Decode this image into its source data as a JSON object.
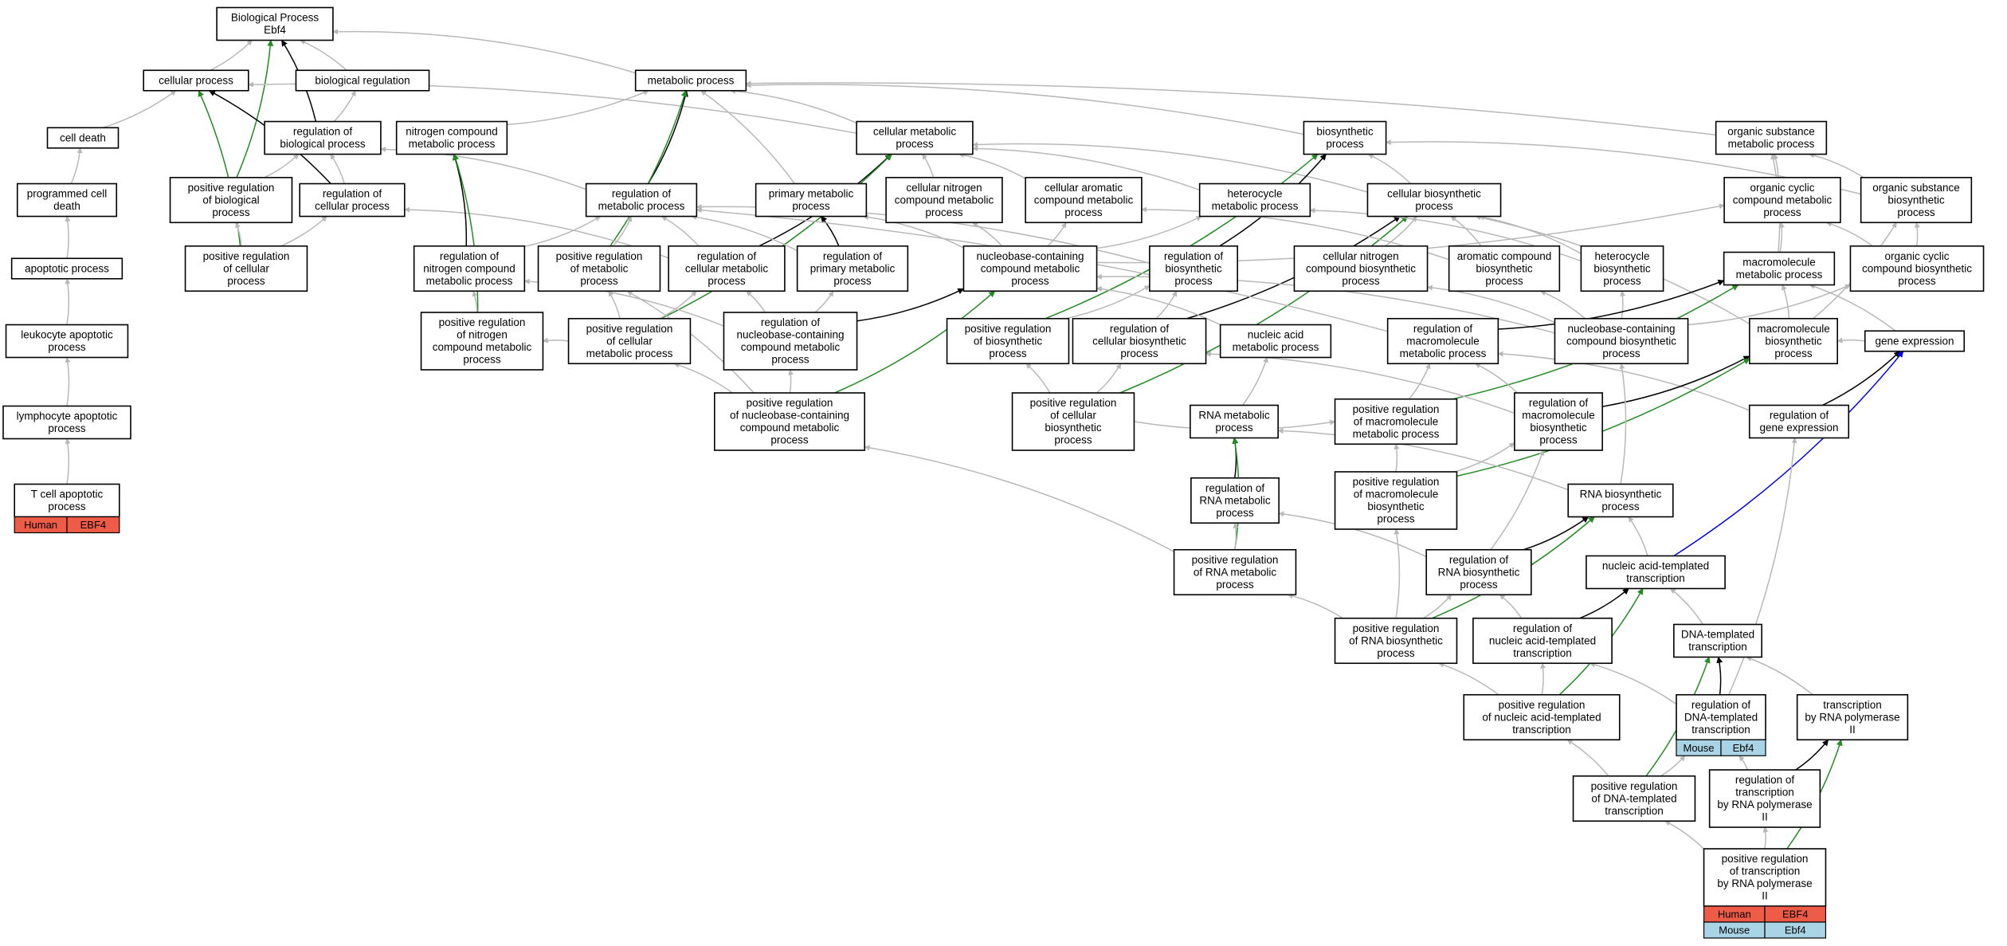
{
  "colors": {
    "edge_default": "#b8b8b8",
    "edge_is_a": "#000000",
    "edge_positive": "#228b22",
    "edge_blue": "#0000ee",
    "human_tag": "#ee5b46",
    "mouse_tag": "#a9d4e6"
  },
  "nodes": [
    {
      "id": "bp",
      "lines": [
        "Biological Process",
        "Ebf4"
      ]
    },
    {
      "id": "cp",
      "lines": [
        "cellular process"
      ]
    },
    {
      "id": "breg",
      "lines": [
        "biological regulation"
      ]
    },
    {
      "id": "mp",
      "lines": [
        "metabolic process"
      ]
    },
    {
      "id": "cd",
      "lines": [
        "cell death"
      ]
    },
    {
      "id": "rbp",
      "lines": [
        "regulation of",
        "biological process"
      ]
    },
    {
      "id": "ncmp",
      "lines": [
        "nitrogen compound",
        "metabolic process"
      ]
    },
    {
      "id": "cmp",
      "lines": [
        "cellular metabolic",
        "process"
      ]
    },
    {
      "id": "bsp",
      "lines": [
        "biosynthetic",
        "process"
      ]
    },
    {
      "id": "osmp",
      "lines": [
        "organic substance",
        "metabolic process"
      ]
    },
    {
      "id": "pcd",
      "lines": [
        "programmed cell",
        "death"
      ]
    },
    {
      "id": "prbp",
      "lines": [
        "positive regulation",
        "of biological",
        "process"
      ]
    },
    {
      "id": "rcp",
      "lines": [
        "regulation of",
        "cellular process"
      ]
    },
    {
      "id": "rmp",
      "lines": [
        "regulation of",
        "metabolic process"
      ]
    },
    {
      "id": "pmp",
      "lines": [
        "primary metabolic",
        "process"
      ]
    },
    {
      "id": "cncmp",
      "lines": [
        "cellular nitrogen",
        "compound metabolic",
        "process"
      ]
    },
    {
      "id": "cacmp",
      "lines": [
        "cellular aromatic",
        "compound metabolic",
        "process"
      ]
    },
    {
      "id": "hmp",
      "lines": [
        "heterocycle",
        "metabolic process"
      ]
    },
    {
      "id": "cbp",
      "lines": [
        "cellular biosynthetic",
        "process"
      ]
    },
    {
      "id": "occmp",
      "lines": [
        "organic cyclic",
        "compound metabolic",
        "process"
      ]
    },
    {
      "id": "osbp",
      "lines": [
        "organic substance",
        "biosynthetic",
        "process"
      ]
    },
    {
      "id": "ap",
      "lines": [
        "apoptotic process"
      ]
    },
    {
      "id": "prcp",
      "lines": [
        "positive regulation",
        "of cellular",
        "process"
      ]
    },
    {
      "id": "rncmp",
      "lines": [
        "regulation of",
        "nitrogen compound",
        "metabolic process"
      ]
    },
    {
      "id": "prmp",
      "lines": [
        "positive regulation",
        "of metabolic",
        "process"
      ]
    },
    {
      "id": "rcmp",
      "lines": [
        "regulation of",
        "cellular metabolic",
        "process"
      ]
    },
    {
      "id": "rpmp",
      "lines": [
        "regulation of",
        "primary metabolic",
        "process"
      ]
    },
    {
      "id": "nbcmp",
      "lines": [
        "nucleobase-containing",
        "compound metabolic",
        "process"
      ]
    },
    {
      "id": "rbsp",
      "lines": [
        "regulation of",
        "biosynthetic",
        "process"
      ]
    },
    {
      "id": "cncbp",
      "lines": [
        "cellular nitrogen",
        "compound biosynthetic",
        "process"
      ]
    },
    {
      "id": "acbp",
      "lines": [
        "aromatic compound",
        "biosynthetic",
        "process"
      ]
    },
    {
      "id": "hbp",
      "lines": [
        "heterocycle",
        "biosynthetic",
        "process"
      ]
    },
    {
      "id": "mmp",
      "lines": [
        "macromolecule",
        "metabolic process"
      ]
    },
    {
      "id": "occbp",
      "lines": [
        "organic cyclic",
        "compound biosynthetic",
        "process"
      ]
    },
    {
      "id": "lap",
      "lines": [
        "leukocyte apoptotic",
        "process"
      ]
    },
    {
      "id": "prncmp",
      "lines": [
        "positive regulation",
        "of nitrogen",
        "compound metabolic",
        "process"
      ]
    },
    {
      "id": "prcmp",
      "lines": [
        "positive regulation",
        "of cellular",
        "metabolic process"
      ]
    },
    {
      "id": "rnbcmp",
      "lines": [
        "regulation of",
        "nucleobase-containing",
        "compound metabolic",
        "process"
      ]
    },
    {
      "id": "prbsp",
      "lines": [
        "positive regulation",
        "of biosynthetic",
        "process"
      ]
    },
    {
      "id": "rcbp",
      "lines": [
        "regulation of",
        "cellular biosynthetic",
        "process"
      ]
    },
    {
      "id": "namp",
      "lines": [
        "nucleic acid",
        "metabolic process"
      ]
    },
    {
      "id": "rmmp",
      "lines": [
        "regulation of",
        "macromolecule",
        "metabolic process"
      ]
    },
    {
      "id": "nbcbp",
      "lines": [
        "nucleobase-containing",
        "compound biosynthetic",
        "process"
      ]
    },
    {
      "id": "mbp",
      "lines": [
        "macromolecule",
        "biosynthetic",
        "process"
      ]
    },
    {
      "id": "ge",
      "lines": [
        "gene expression"
      ]
    },
    {
      "id": "lyap",
      "lines": [
        "lymphocyte apoptotic",
        "process"
      ]
    },
    {
      "id": "prnbcmp",
      "lines": [
        "positive regulation",
        "of nucleobase-containing",
        "compound metabolic",
        "process"
      ]
    },
    {
      "id": "prcbp",
      "lines": [
        "positive regulation",
        "of cellular",
        "biosynthetic",
        "process"
      ]
    },
    {
      "id": "rnamp",
      "lines": [
        "RNA metabolic",
        "process"
      ]
    },
    {
      "id": "prmmp",
      "lines": [
        "positive regulation",
        "of macromolecule",
        "metabolic process"
      ]
    },
    {
      "id": "rmbp",
      "lines": [
        "regulation of",
        "macromolecule",
        "biosynthetic",
        "process"
      ]
    },
    {
      "id": "rge",
      "lines": [
        "regulation of",
        "gene expression"
      ]
    },
    {
      "id": "tcap",
      "lines": [
        "T cell apoptotic",
        "process"
      ],
      "tags": [
        [
          "Human",
          "EBF4"
        ]
      ]
    },
    {
      "id": "rrnamp",
      "lines": [
        "regulation of",
        "RNA metabolic",
        "process"
      ]
    },
    {
      "id": "prmbp",
      "lines": [
        "positive regulation",
        "of macromolecule",
        "biosynthetic",
        "process"
      ]
    },
    {
      "id": "rnabp",
      "lines": [
        "RNA biosynthetic",
        "process"
      ]
    },
    {
      "id": "prrnamp",
      "lines": [
        "positive regulation",
        "of RNA metabolic",
        "process"
      ]
    },
    {
      "id": "rrnabp",
      "lines": [
        "regulation of",
        "RNA biosynthetic",
        "process"
      ]
    },
    {
      "id": "natt",
      "lines": [
        "nucleic acid-templated",
        "transcription"
      ]
    },
    {
      "id": "prrnabp",
      "lines": [
        "positive regulation",
        "of RNA biosynthetic",
        "process"
      ]
    },
    {
      "id": "rnatt",
      "lines": [
        "regulation of",
        "nucleic acid-templated",
        "transcription"
      ]
    },
    {
      "id": "dtt",
      "lines": [
        "DNA-templated",
        "transcription"
      ]
    },
    {
      "id": "prnatt",
      "lines": [
        "positive regulation",
        "of nucleic acid-templated",
        "transcription"
      ]
    },
    {
      "id": "rdtt",
      "lines": [
        "regulation of",
        "DNA-templated",
        "transcription"
      ],
      "tags": [
        [
          "Mouse",
          "Ebf4"
        ]
      ]
    },
    {
      "id": "trp2",
      "lines": [
        "transcription",
        "by RNA polymerase",
        "II"
      ]
    },
    {
      "id": "prdtt",
      "lines": [
        "positive regulation",
        "of DNA-templated",
        "transcription"
      ]
    },
    {
      "id": "rtrp2",
      "lines": [
        "regulation of",
        "transcription",
        "by RNA polymerase",
        "II"
      ]
    },
    {
      "id": "prtrp2",
      "lines": [
        "positive regulation",
        "of transcription",
        "by RNA polymerase",
        "II"
      ],
      "tags": [
        [
          "Human",
          "EBF4"
        ],
        [
          "Mouse",
          "Ebf4"
        ]
      ]
    }
  ],
  "edges": [
    [
      "cp",
      "bp",
      "g"
    ],
    [
      "breg",
      "bp",
      "g"
    ],
    [
      "mp",
      "bp",
      "g"
    ],
    [
      "rbp",
      "bp",
      "k"
    ],
    [
      "prbp",
      "bp",
      "p"
    ],
    [
      "cd",
      "cp",
      "g"
    ],
    [
      "rcp",
      "cp",
      "k"
    ],
    [
      "prcp",
      "cp",
      "p"
    ],
    [
      "rbp",
      "breg",
      "g"
    ],
    [
      "cmp",
      "cp",
      "g"
    ],
    [
      "ncmp",
      "mp",
      "g"
    ],
    [
      "cmp",
      "mp",
      "g"
    ],
    [
      "pmp",
      "mp",
      "g"
    ],
    [
      "osmp",
      "mp",
      "g"
    ],
    [
      "rmp",
      "mp",
      "k"
    ],
    [
      "prmp",
      "mp",
      "p"
    ],
    [
      "bsp",
      "mp",
      "g"
    ],
    [
      "pcd",
      "cd",
      "g"
    ],
    [
      "ap",
      "pcd",
      "g"
    ],
    [
      "lap",
      "ap",
      "g"
    ],
    [
      "lyap",
      "lap",
      "g"
    ],
    [
      "tcap",
      "lyap",
      "g"
    ],
    [
      "rcp",
      "rbp",
      "g"
    ],
    [
      "rmp",
      "rbp",
      "g"
    ],
    [
      "prbp",
      "rbp",
      "g"
    ],
    [
      "prcp",
      "prbp",
      "g"
    ],
    [
      "prcp",
      "rcp",
      "g"
    ],
    [
      "rcmp",
      "rcp",
      "g"
    ],
    [
      "rncmp",
      "ncmp",
      "k"
    ],
    [
      "prncmp",
      "ncmp",
      "p"
    ],
    [
      "cncmp",
      "cmp",
      "g"
    ],
    [
      "cacmp",
      "cmp",
      "g"
    ],
    [
      "hmp",
      "cmp",
      "g"
    ],
    [
      "cbp",
      "cmp",
      "g"
    ],
    [
      "rcmp",
      "cmp",
      "k"
    ],
    [
      "prcmp",
      "cmp",
      "p"
    ],
    [
      "cbp",
      "bsp",
      "g"
    ],
    [
      "rbsp",
      "bsp",
      "k"
    ],
    [
      "prbsp",
      "bsp",
      "p"
    ],
    [
      "osbp",
      "bsp",
      "g"
    ],
    [
      "occmp",
      "osmp",
      "g"
    ],
    [
      "mmp",
      "osmp",
      "g"
    ],
    [
      "osbp",
      "osmp",
      "g"
    ],
    [
      "rncmp",
      "rmp",
      "g"
    ],
    [
      "prmp",
      "rmp",
      "g"
    ],
    [
      "rcmp",
      "rmp",
      "g"
    ],
    [
      "rpmp",
      "rmp",
      "g"
    ],
    [
      "rbsp",
      "rmp",
      "g"
    ],
    [
      "rpmp",
      "pmp",
      "k"
    ],
    [
      "nbcmp",
      "pmp",
      "g"
    ],
    [
      "nbcmp",
      "cncmp",
      "g"
    ],
    [
      "nbcmp",
      "cacmp",
      "g"
    ],
    [
      "nbcmp",
      "hmp",
      "g"
    ],
    [
      "nbcmp",
      "occmp",
      "g"
    ],
    [
      "cncbp",
      "cbp",
      "g"
    ],
    [
      "acbp",
      "cbp",
      "g"
    ],
    [
      "hbp",
      "cbp",
      "g"
    ],
    [
      "rcbp",
      "cbp",
      "k"
    ],
    [
      "prcbp",
      "cbp",
      "p"
    ],
    [
      "mbp",
      "cbp",
      "g"
    ],
    [
      "occbp",
      "occmp",
      "g"
    ],
    [
      "occbp",
      "osbp",
      "g"
    ],
    [
      "mbp",
      "osbp",
      "g"
    ],
    [
      "acbp",
      "cacmp",
      "g"
    ],
    [
      "hbp",
      "hmp",
      "g"
    ],
    [
      "prncmp",
      "rncmp",
      "g"
    ],
    [
      "prcmp",
      "prmp",
      "g"
    ],
    [
      "prcmp",
      "rcmp",
      "g"
    ],
    [
      "rnbcmp",
      "rcmp",
      "g"
    ],
    [
      "rnbcmp",
      "rpmp",
      "g"
    ],
    [
      "rnbcmp",
      "nbcmp",
      "k"
    ],
    [
      "prnbcmp",
      "nbcmp",
      "p"
    ],
    [
      "rcbp",
      "rbsp",
      "g"
    ],
    [
      "prbsp",
      "rbsp",
      "g"
    ],
    [
      "nbcbp",
      "cncbp",
      "g"
    ],
    [
      "nbcbp",
      "acbp",
      "g"
    ],
    [
      "nbcbp",
      "hbp",
      "g"
    ],
    [
      "nbcbp",
      "nbcmp",
      "g"
    ],
    [
      "mmp",
      "occmp",
      "g"
    ],
    [
      "namp",
      "nbcmp",
      "g"
    ],
    [
      "rmmp",
      "mmp",
      "k"
    ],
    [
      "prmmp",
      "mmp",
      "p"
    ],
    [
      "mbp",
      "mmp",
      "g"
    ],
    [
      "ge",
      "mmp",
      "g"
    ],
    [
      "nbcbp",
      "occbp",
      "g"
    ],
    [
      "ge",
      "mbp",
      "g"
    ],
    [
      "prnbcmp",
      "rnbcmp",
      "g"
    ],
    [
      "prcbp",
      "prbsp",
      "g"
    ],
    [
      "prcbp",
      "rcbp",
      "g"
    ],
    [
      "rmbp",
      "rcbp",
      "g"
    ],
    [
      "rmmp",
      "rmp",
      "g"
    ],
    [
      "rnamp",
      "namp",
      "g"
    ],
    [
      "prmmp",
      "rmmp",
      "g"
    ],
    [
      "rmbp",
      "rmmp",
      "g"
    ],
    [
      "rge",
      "rmmp",
      "g"
    ],
    [
      "rmbp",
      "mbp",
      "k"
    ],
    [
      "prmbp",
      "mbp",
      "p"
    ],
    [
      "rge",
      "ge",
      "k"
    ],
    [
      "natt",
      "ge",
      "b"
    ],
    [
      "rrnamp",
      "rnamp",
      "k"
    ],
    [
      "prrnamp",
      "rnamp",
      "p"
    ],
    [
      "rnabp",
      "rnamp",
      "g"
    ],
    [
      "rnabp",
      "nbcbp",
      "g"
    ],
    [
      "prmbp",
      "rmbp",
      "g"
    ],
    [
      "prmbp",
      "prmmp",
      "g"
    ],
    [
      "rrnabp",
      "rmbp",
      "g"
    ],
    [
      "prrnamp",
      "rrnamp",
      "g"
    ],
    [
      "rrnabp",
      "rrnamp",
      "g"
    ],
    [
      "rrnabp",
      "rnabp",
      "k"
    ],
    [
      "prrnabp",
      "rnabp",
      "p"
    ],
    [
      "natt",
      "rnabp",
      "g"
    ],
    [
      "prrnabp",
      "prrnamp",
      "g"
    ],
    [
      "prrnabp",
      "rrnabp",
      "g"
    ],
    [
      "prrnabp",
      "prmbp",
      "g"
    ],
    [
      "rnatt",
      "rrnabp",
      "g"
    ],
    [
      "dtt",
      "natt",
      "g"
    ],
    [
      "rnatt",
      "natt",
      "k"
    ],
    [
      "prnatt",
      "natt",
      "p"
    ],
    [
      "prnatt",
      "rnatt",
      "g"
    ],
    [
      "prnatt",
      "prrnabp",
      "g"
    ],
    [
      "rdtt",
      "rnatt",
      "g"
    ],
    [
      "rdtt",
      "dtt",
      "k"
    ],
    [
      "prdtt",
      "dtt",
      "p"
    ],
    [
      "trp2",
      "dtt",
      "g"
    ],
    [
      "prdtt",
      "rdtt",
      "g"
    ],
    [
      "prdtt",
      "prnatt",
      "g"
    ],
    [
      "rtrp2",
      "rdtt",
      "g"
    ],
    [
      "rtrp2",
      "trp2",
      "k"
    ],
    [
      "prtrp2",
      "trp2",
      "p"
    ],
    [
      "prtrp2",
      "rtrp2",
      "g"
    ],
    [
      "prtrp2",
      "prdtt",
      "g"
    ],
    [
      "rdtt",
      "rge",
      "g"
    ],
    [
      "prnbcmp",
      "prmp",
      "g"
    ],
    [
      "prcbp",
      "prmmp",
      "g"
    ],
    [
      "prnbcmp",
      "prcmp",
      "g"
    ],
    [
      "prcmp",
      "prncmp",
      "g"
    ],
    [
      "rnbcmp",
      "rncmp",
      "g"
    ],
    [
      "prrnamp",
      "prnbcmp",
      "g"
    ]
  ]
}
